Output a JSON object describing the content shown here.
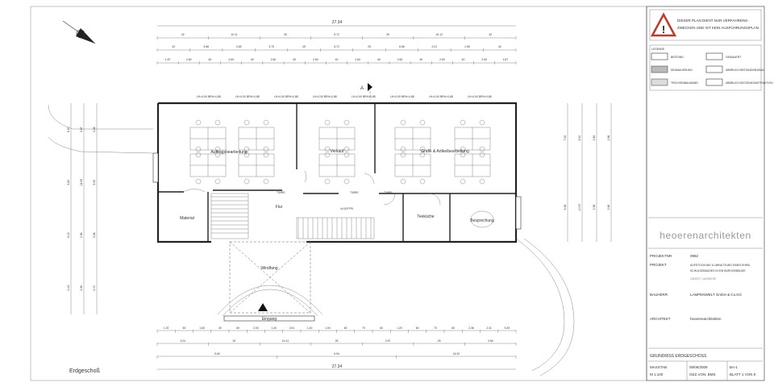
{
  "warning": {
    "line1": "DIESER PLAN DIENT NUR VERFAHRENS-",
    "line2": "ZWECKEN UND IST KEIN AUSFÜHRUNGSPLAN."
  },
  "legend": {
    "title": "LEGENDE",
    "items": [
      "BESTAND",
      "GEMAUERT",
      "NEUMAUERUNG",
      "ABBRUCH BESTAND/NEUBAU",
      "TROCKENBAUWAND",
      "ABBRUCH DECKENKONSTRUKTION"
    ]
  },
  "logo": "heoerenarchitekten",
  "title_block": {
    "projektnr_label": "PROJEKTNR",
    "projektnr": "0982",
    "projekt_label": "PROJEKT",
    "projekt_line1": "AUFSTOCKUNG & UMNUTZUNG EINES EHEM.",
    "projekt_line2": "SCHULGEBÄUDES IN EIN BÜROGEBÄUDE",
    "projekt_small": "OBJEKT / ADRESSE",
    "bauherr_label": "BAUHERR",
    "bauherr": "LAMPENWELT GmbH & Co.KG",
    "architekt_label": "ARCHITEKT",
    "architekt": "heoerenarchitekten",
    "sheet_title": "GRUNDRISS ERDGESCHOSS",
    "massstab_label": "MASSTAB",
    "massstab": "M 1:100",
    "datum": "08/05/2009",
    "gez": "GEZ.VON: BMS",
    "blatt": "BA-1",
    "blatt_info": "BLATT 1  VON 8"
  },
  "plan": {
    "floor_label": "Erdgeschoß",
    "rooms": [
      "Auftragsbearbeitung",
      "Verkauf",
      "Grafik & Artikelbearbeitung",
      "Material",
      "Flur",
      "Teeküche",
      "Besprechung",
      "Windfang",
      "Eingang"
    ],
    "section_marker": "A",
    "level": "±0,00 FFB",
    "top_total": "27.34",
    "top_row1": [
      "42",
      "10.11",
      "25",
      "5.72",
      "25",
      "10.12",
      "42"
    ],
    "top_row2": [
      "42",
      "3.88",
      "2.48",
      "3.75",
      "25",
      "5.72",
      "25",
      "6.56",
      "2.01",
      "1.55",
      "42"
    ],
    "top_row3": [
      "1.87",
      "2.60",
      "40",
      "2.60",
      "40",
      "2.60",
      "40",
      "2.60",
      "40",
      "2.60",
      "40",
      "2.60",
      "40",
      "2.60",
      "40",
      "2.60",
      "1.87"
    ],
    "bottom_row1": [
      "1.20",
      "50",
      "1.60",
      "30",
      "60",
      "2.00",
      "1.40",
      "2.61",
      "1.40",
      "1.00",
      "60",
      "70",
      "60",
      "1.20",
      "60",
      "70",
      "60",
      "2.36",
      "2.31",
      "5.25"
    ],
    "bottom_row2": [
      "3.24",
      "20",
      "14.41",
      "25",
      "3.57",
      "25",
      "4.65"
    ],
    "bottom_row3": [
      "5.48",
      "5.54",
      "16.32"
    ],
    "bottom_total": "27.34",
    "left_dims": [
      "8.50",
      "3.82",
      "6.19",
      "2.04",
      "3.87",
      "14.59",
      "2.96",
      "2.96",
      "3.38",
      "3.92",
      "3.38",
      "2.00"
    ],
    "right_dims": [
      "7.52",
      "6.38",
      "6.50",
      "10.57",
      "2.45",
      "3.38",
      "2.96",
      "2.96"
    ],
    "door_tag": "T30RS",
    "window_tag": "LH=0,00 BRH=0,88"
  }
}
